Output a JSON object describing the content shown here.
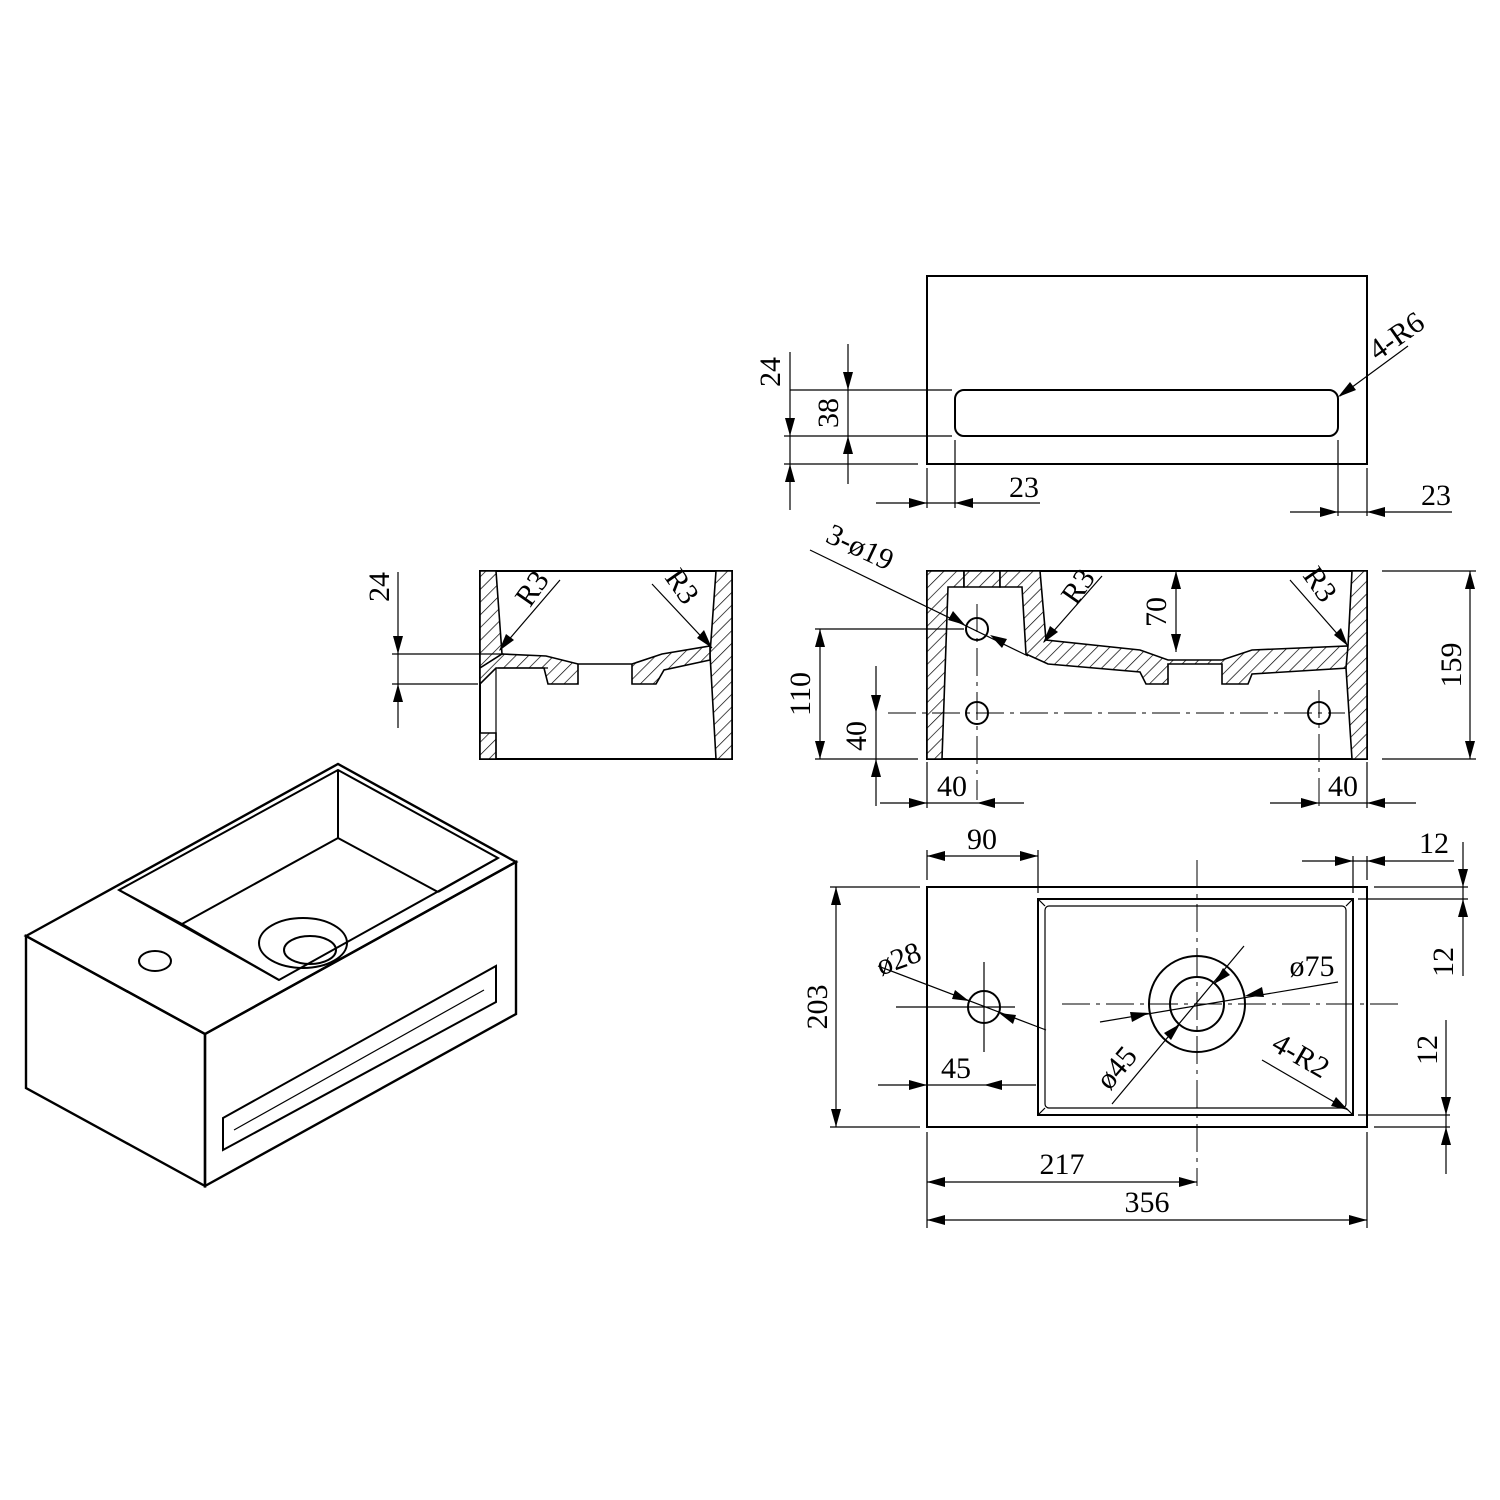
{
  "colors": {
    "line": "#000000",
    "background": "#ffffff"
  },
  "back_view": {
    "labels": {
      "d24": "24",
      "d38": "38",
      "d23_left": "23",
      "d23_right": "23",
      "corner_radius": "4-R6"
    }
  },
  "side_section": {
    "labels": {
      "d24": "24",
      "r3_left": "R3",
      "r3_right": "R3"
    }
  },
  "front_section": {
    "labels": {
      "holes": "3-ø19",
      "r3_left": "R3",
      "r3_right": "R3",
      "d70": "70",
      "d110": "110",
      "d40_vertical": "40",
      "d159": "159",
      "d40_left": "40",
      "d40_right": "40"
    }
  },
  "top_view": {
    "labels": {
      "d90": "90",
      "d12_top": "12",
      "d12_right": "12",
      "d12_bottom": "12",
      "d203": "203",
      "tap_hole": "ø28",
      "waste_outer": "ø75",
      "waste_inner": "ø45",
      "inner_corner_radius": "4-R2",
      "d45": "45",
      "d217": "217",
      "d356": "356"
    }
  }
}
